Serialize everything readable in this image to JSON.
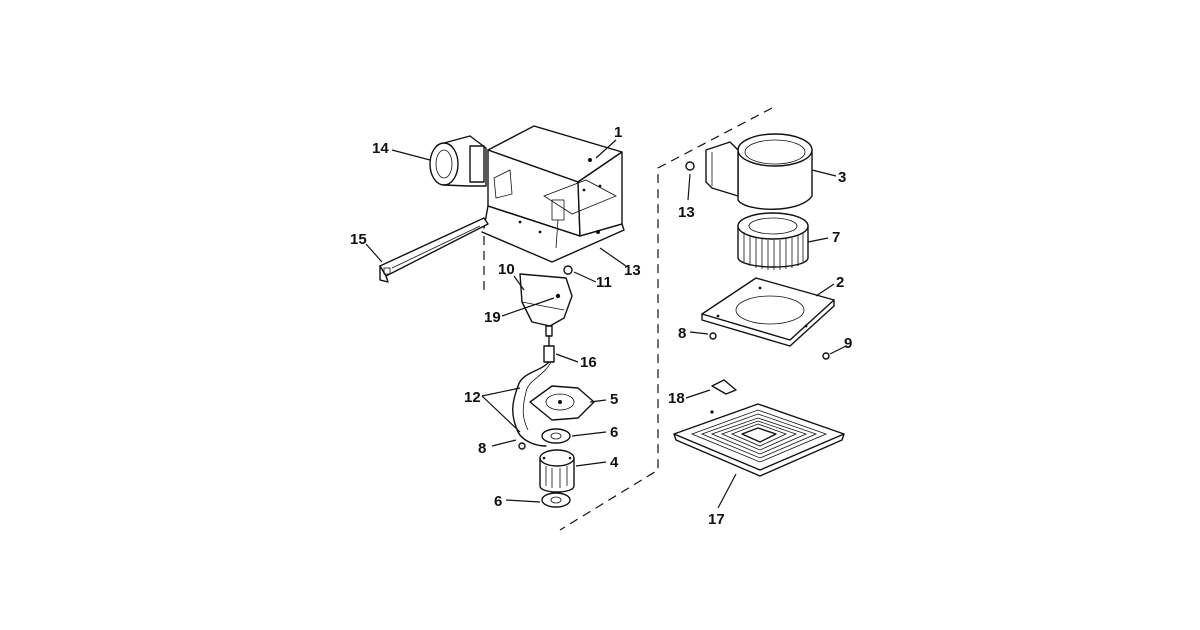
{
  "callouts": [
    {
      "id": "c1",
      "text": "1"
    },
    {
      "id": "c14",
      "text": "14"
    },
    {
      "id": "c15",
      "text": "15"
    },
    {
      "id": "c10",
      "text": "10"
    },
    {
      "id": "c11",
      "text": "11"
    },
    {
      "id": "c13a",
      "text": "13"
    },
    {
      "id": "c19",
      "text": "19"
    },
    {
      "id": "c16",
      "text": "16"
    },
    {
      "id": "c12",
      "text": "12"
    },
    {
      "id": "c5",
      "text": "5"
    },
    {
      "id": "c6a",
      "text": "6"
    },
    {
      "id": "c8a",
      "text": "8"
    },
    {
      "id": "c4",
      "text": "4"
    },
    {
      "id": "c6b",
      "text": "6"
    },
    {
      "id": "c3",
      "text": "3"
    },
    {
      "id": "c13b",
      "text": "13"
    },
    {
      "id": "c7",
      "text": "7"
    },
    {
      "id": "c2",
      "text": "2"
    },
    {
      "id": "c8b",
      "text": "8"
    },
    {
      "id": "c9",
      "text": "9"
    },
    {
      "id": "c18",
      "text": "18"
    },
    {
      "id": "c17",
      "text": "17"
    }
  ]
}
